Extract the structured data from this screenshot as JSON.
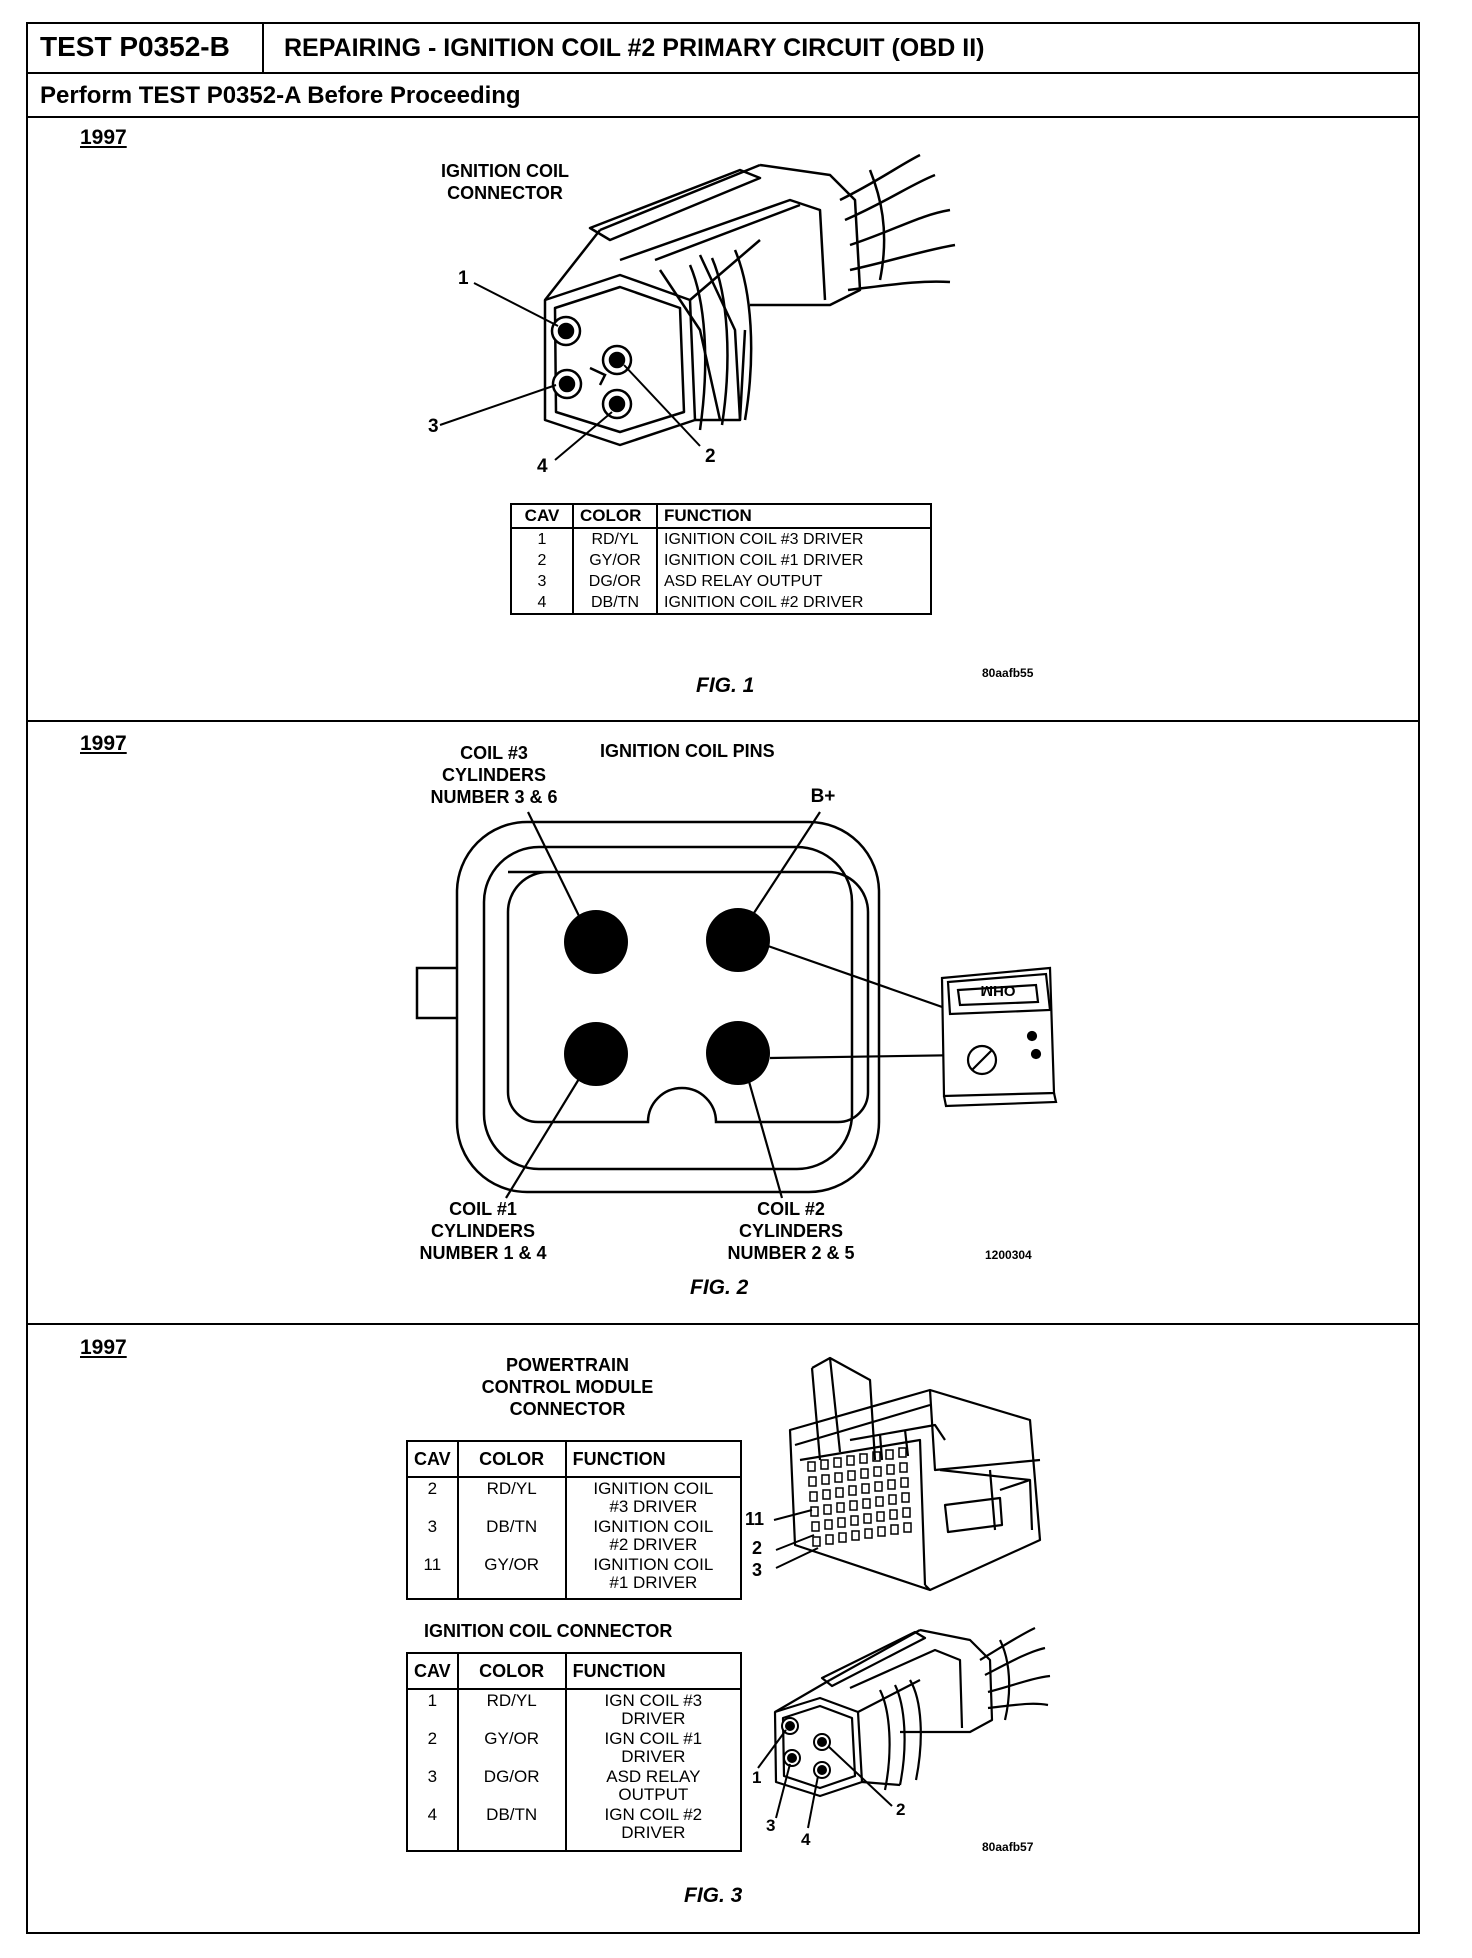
{
  "header": {
    "test_id": "TEST P0352-B",
    "title": "REPAIRING - IGNITION COIL #2 PRIMARY CIRCUIT (OBD II)",
    "subtitle": "Perform TEST P0352-A Before Proceeding"
  },
  "fig1": {
    "year": "1997",
    "connector_label_line1": "IGNITION COIL",
    "connector_label_line2": "CONNECTOR",
    "pins": [
      "1",
      "2",
      "3",
      "4"
    ],
    "table_headers": [
      "CAV",
      "COLOR",
      "FUNCTION"
    ],
    "rows": [
      {
        "cav": "1",
        "color": "RD/YL",
        "function": "IGNITION COIL #3 DRIVER"
      },
      {
        "cav": "2",
        "color": "GY/OR",
        "function": "IGNITION COIL #1 DRIVER"
      },
      {
        "cav": "3",
        "color": "DG/OR",
        "function": "ASD RELAY OUTPUT"
      },
      {
        "cav": "4",
        "color": "DB/TN",
        "function": "IGNITION COIL #2 DRIVER"
      }
    ],
    "caption": "FIG. 1",
    "code": "80aafb55"
  },
  "fig2": {
    "year": "1997",
    "title": "IGNITION COIL PINS",
    "coil3": [
      "COIL #3",
      "CYLINDERS",
      "NUMBER 3 & 6"
    ],
    "bplus": "B+",
    "coil1": [
      "COIL #1",
      "CYLINDERS",
      "NUMBER 1 & 4"
    ],
    "coil2": [
      "COIL #2",
      "CYLINDERS",
      "NUMBER 2 & 5"
    ],
    "meter_label": "OHM",
    "caption": "FIG. 2",
    "code": "1200304"
  },
  "fig3": {
    "year": "1997",
    "pcm_label": [
      "POWERTRAIN",
      "CONTROL MODULE",
      "CONNECTOR"
    ],
    "pcm_headers": [
      "CAV",
      "COLOR",
      "FUNCTION"
    ],
    "pcm_rows": [
      {
        "cav": "2",
        "color": "RD/YL",
        "function_line1": "IGNITION COIL",
        "function_line2": "#3 DRIVER"
      },
      {
        "cav": "3",
        "color": "DB/TN",
        "function_line1": "IGNITION COIL",
        "function_line2": "#2 DRIVER"
      },
      {
        "cav": "11",
        "color": "GY/OR",
        "function_line1": "IGNITION COIL",
        "function_line2": "#1 DRIVER"
      }
    ],
    "pcm_pins": [
      "11",
      "2",
      "3"
    ],
    "coil_label": "IGNITION COIL CONNECTOR",
    "coil_headers": [
      "CAV",
      "COLOR",
      "FUNCTION"
    ],
    "coil_rows": [
      {
        "cav": "1",
        "color": "RD/YL",
        "function_line1": "IGN COIL #3",
        "function_line2": "DRIVER"
      },
      {
        "cav": "2",
        "color": "GY/OR",
        "function_line1": "IGN COIL #1",
        "function_line2": "DRIVER"
      },
      {
        "cav": "3",
        "color": "DG/OR",
        "function_line1": "ASD RELAY",
        "function_line2": "OUTPUT"
      },
      {
        "cav": "4",
        "color": "DB/TN",
        "function_line1": "IGN COIL #2",
        "function_line2": "DRIVER"
      }
    ],
    "coil_pins": [
      "1",
      "2",
      "3",
      "4"
    ],
    "caption": "FIG. 3",
    "code": "80aafb57"
  }
}
